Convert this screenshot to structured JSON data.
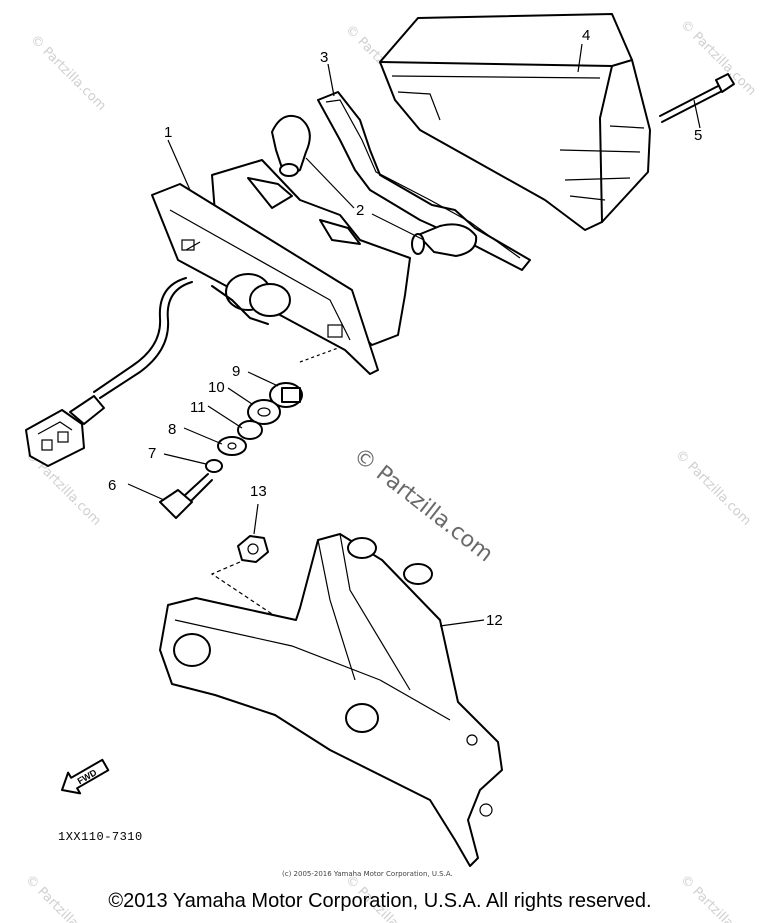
{
  "watermarks": {
    "corner_text": "© Partzilla.com",
    "center_text": "© Partzilla.com"
  },
  "callouts": {
    "c1": "1",
    "c2": "2",
    "c3": "3",
    "c4": "4",
    "c5": "5",
    "c6": "6",
    "c7": "7",
    "c8": "8",
    "c9": "9",
    "c10": "10",
    "c11": "11",
    "c12": "12",
    "c13": "13"
  },
  "direction_marker": "FWD",
  "diagram_code": "1XX110-7310",
  "small_credit": "(c) 2005-2016 Yamaha Motor Corporation, U.S.A.",
  "copyright": "©2013 Yamaha Motor Corporation, U.S.A. All rights reserved."
}
